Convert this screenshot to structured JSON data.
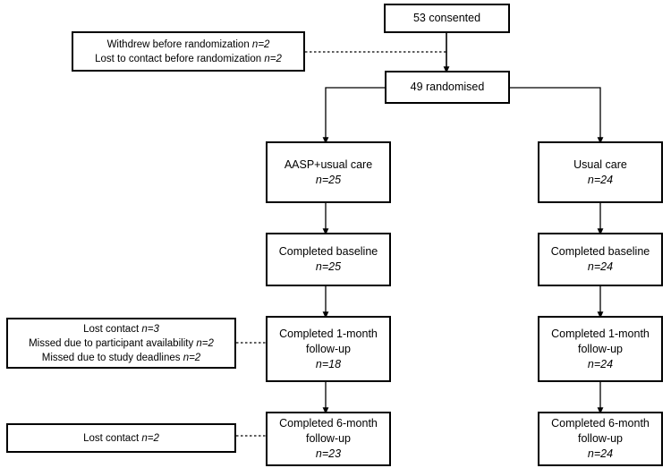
{
  "diagram": {
    "title": "CONSORT participant flow diagram",
    "type": "flowchart",
    "stroke_color": "#000000",
    "background_color": "#ffffff"
  },
  "nodes": {
    "consented": {
      "label": "53 consented",
      "lines": [
        "53 consented"
      ],
      "n": null
    },
    "pre_randomization_losses": {
      "lines": [
        "Withdrew before randomization n=2",
        "Lost to contact before randomization n=2"
      ],
      "items": [
        {
          "reason": "Withdrew before randomization",
          "n": "n=2"
        },
        {
          "reason": "Lost to contact before randomization",
          "n": "n=2"
        }
      ]
    },
    "randomised": {
      "label": "49 randomised",
      "lines": [
        "49 randomised"
      ],
      "n": null
    },
    "arm_intervention": {
      "lines": [
        "AASP+usual care"
      ],
      "n": "n=25"
    },
    "arm_control": {
      "lines": [
        "Usual care"
      ],
      "n": "n=24"
    },
    "baseline_intervention": {
      "lines": [
        "Completed baseline"
      ],
      "n": "n=25"
    },
    "baseline_control": {
      "lines": [
        "Completed baseline"
      ],
      "n": "n=24"
    },
    "one_month_losses": {
      "lines": [
        "Lost contact n=3",
        "Missed due to participant availability n=2",
        "Missed due to study deadlines n=2"
      ],
      "items": [
        {
          "reason": "Lost contact",
          "n": "n=3"
        },
        {
          "reason": "Missed due to participant availability",
          "n": "n=2"
        },
        {
          "reason": "Missed due to study deadlines",
          "n": "n=2"
        }
      ]
    },
    "one_month_intervention": {
      "lines": [
        "Completed 1-month",
        "follow-up"
      ],
      "n": "n=18"
    },
    "one_month_control": {
      "lines": [
        "Completed 1-month",
        "follow-up"
      ],
      "n": "n=24"
    },
    "six_month_losses": {
      "lines": [
        "Lost contact n=2"
      ],
      "items": [
        {
          "reason": "Lost contact",
          "n": "n=2"
        }
      ]
    },
    "six_month_intervention": {
      "lines": [
        "Completed 6-month",
        "follow-up"
      ],
      "n": "n=23"
    },
    "six_month_control": {
      "lines": [
        "Completed 6-month",
        "follow-up"
      ],
      "n": "n=24"
    }
  }
}
